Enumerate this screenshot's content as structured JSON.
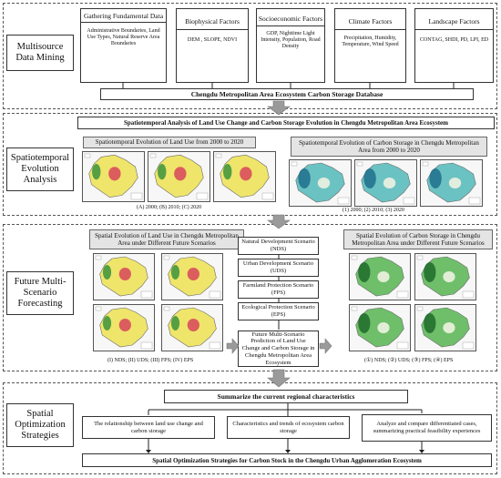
{
  "stages": {
    "data_mining": "Multisource Data Mining",
    "spatiotemporal": "Spatiotemporal Evolution Analysis",
    "forecasting": "Future Multi-Scenario Forecasting",
    "optimization": "Spatial Optimization Strategies"
  },
  "sources": [
    {
      "title": "Gathering Fundamental Data",
      "text": "Administrative Boundaries, Land Use Types, Natural Reserve Area Boundaries"
    },
    {
      "title": "Biophysical Factors",
      "text": "DEM , SLOPE, NDVI"
    },
    {
      "title": "Socioeconomic Factors",
      "text": "GDP, Nighttime Light Intensity, Population, Road Density"
    },
    {
      "title": "Climate Factors",
      "text": "Precipitation, Humidity, Temperature, Wind Speed"
    },
    {
      "title": "Landscape Factors",
      "text": "CONTAG, SHDI, PD, LPI, ED"
    }
  ],
  "database": "Chengdu Metropolitan Area Ecosystem Carbon Storage Database",
  "analysis_header": "Spatiotemporal Analysis of Land Use Change and Carbon Storage Evolution in Chengdu Metropolitan Area Ecosystem",
  "land_use_panel": {
    "title": "Spatiotemporal Evolution of Land Use from 2000 to 2020",
    "maps": [
      "(A)",
      "(B)",
      "(C)"
    ],
    "caption": "(A) 2000; (B) 2010; (C) 2020"
  },
  "carbon_panel": {
    "title": "Spatiotemporal Evolution of Carbon Storage in Chengdu Metropolitan Area from 2000 to 2020",
    "maps": [
      "(1)",
      "(2)",
      "(3)"
    ],
    "caption": "(1) 2000; (2) 2010; (3) 2020"
  },
  "future_land_panel": {
    "title": "Spatial Evolution of Land Use in Chengdu Metropolitan Area under Different Future Scenarios",
    "maps": [
      "(I)",
      "(II)",
      "(III)",
      "(IV)"
    ],
    "caption": "(I) NDS; (II) UDS; (III) FPS; (IV) EPS"
  },
  "future_carbon_panel": {
    "title": "Spatial Evolution of Carbon Storage in Chengdu Metropolitan Area under Different Future Scenarios",
    "maps": [
      "(①)",
      "(②)",
      "(③)",
      "(④)"
    ],
    "caption": "(①) NDS; (②) UDS; (③) FPS; (④) EPS"
  },
  "scenarios": [
    "Natural Development Scenario (NDS)",
    "Urban Development Scenario (UDS)",
    "Farmland Protection Scenario (FPS)",
    "Ecological Protection Scenario (EPS)"
  ],
  "prediction": "Future Multi-Scenario Prediction of Land Use Change and Carbon Storage in Chengdu Metropolitan Area Ecosystem",
  "summary": "Summarize the current regional characteristics",
  "optimization_items": [
    "The relationship between land use change and carbon storage",
    "Characteristics and trends of ecosystem carbon storage",
    "Analyze and compare differentiated cases, summarizing practical feasibility experiences"
  ],
  "final": "Spatial Optimization Strategies for Carbon Stock in the Chengdu Urban Agglomeration Ecosystem",
  "colors": {
    "panel_gray": "#e4e4e4",
    "arrow_gray": "#9a9a9a",
    "land_use_yellow": "#efe56a",
    "urban_red": "#d8455a",
    "forest_green": "#2f8f3a",
    "carbon_teal": "#6bc2c2",
    "carbon_green": "#6fbf6a"
  }
}
